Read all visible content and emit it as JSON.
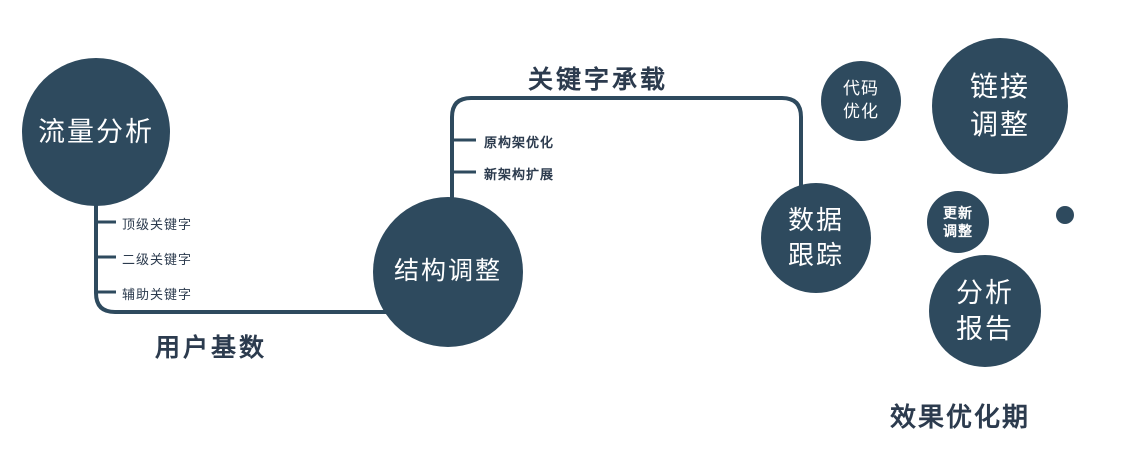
{
  "colors": {
    "node_fill": "#2e4a5e",
    "line": "#2e4a5e",
    "label_text": "#2c3b4e",
    "node_text": "#ffffff"
  },
  "nodes": {
    "traffic_analysis": {
      "label": "流量分析"
    },
    "structure_adjust": {
      "label": "结构调整"
    },
    "data_tracking": {
      "line1": "数据",
      "line2": "跟踪"
    },
    "code_optimize": {
      "line1": "代码",
      "line2": "优化"
    },
    "link_adjust": {
      "line1": "链接",
      "line2": "调整"
    },
    "update_adjust": {
      "line1": "更新",
      "line2": "调整"
    },
    "analysis_report": {
      "line1": "分析",
      "line2": "报告"
    }
  },
  "edge_labels": {
    "user_base": "用户基数",
    "keyword_carry": "关键字承载"
  },
  "left_ticks": [
    "顶级关键字",
    "二级关键字",
    "辅助关键字"
  ],
  "mid_ticks": [
    "原构架优化",
    "新架构扩展"
  ],
  "footer": {
    "phase_label": "效果优化期"
  }
}
